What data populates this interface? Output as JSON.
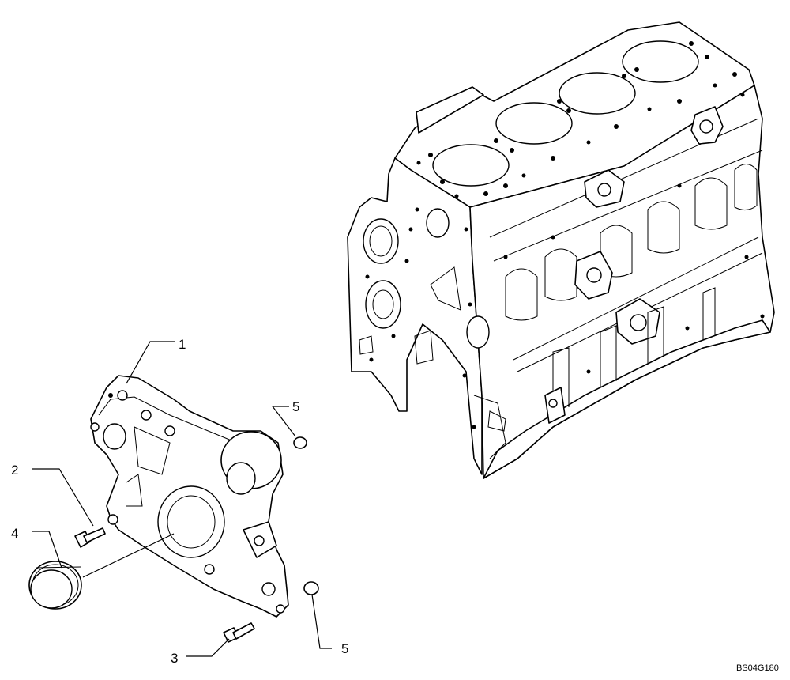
{
  "callouts": {
    "c1": "1",
    "c2": "2",
    "c3": "3",
    "c4": "4",
    "c5a": "5",
    "c5b": "5"
  },
  "reference_code": "BS04G180"
}
